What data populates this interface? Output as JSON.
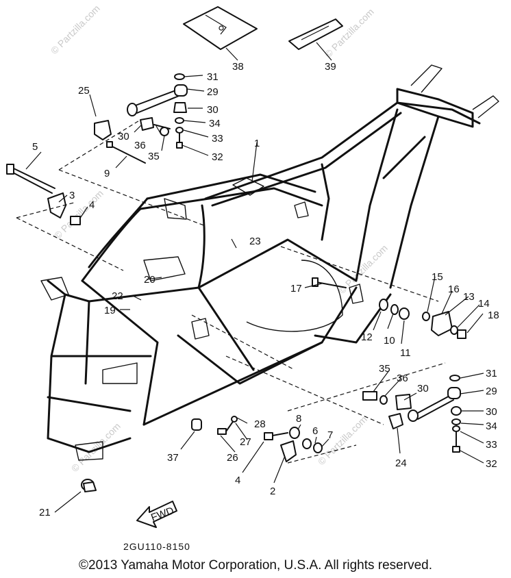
{
  "callouts": [
    "1",
    "2",
    "3",
    "4",
    "5",
    "6",
    "7",
    "8",
    "9",
    "10",
    "11",
    "12",
    "13",
    "14",
    "15",
    "16",
    "17",
    "18",
    "19",
    "20",
    "21",
    "22",
    "23",
    "24",
    "25",
    "26",
    "27",
    "28",
    "29",
    "30",
    "31",
    "32",
    "33",
    "34",
    "35",
    "36",
    "37",
    "38",
    "39"
  ],
  "fwd_label": "FWD",
  "drawing_code": "2GU110-8150",
  "copyright": "©2013 Yamaha Motor Corporation, U.S.A. All rights reserved.",
  "watermark": "© Partzilla.com"
}
